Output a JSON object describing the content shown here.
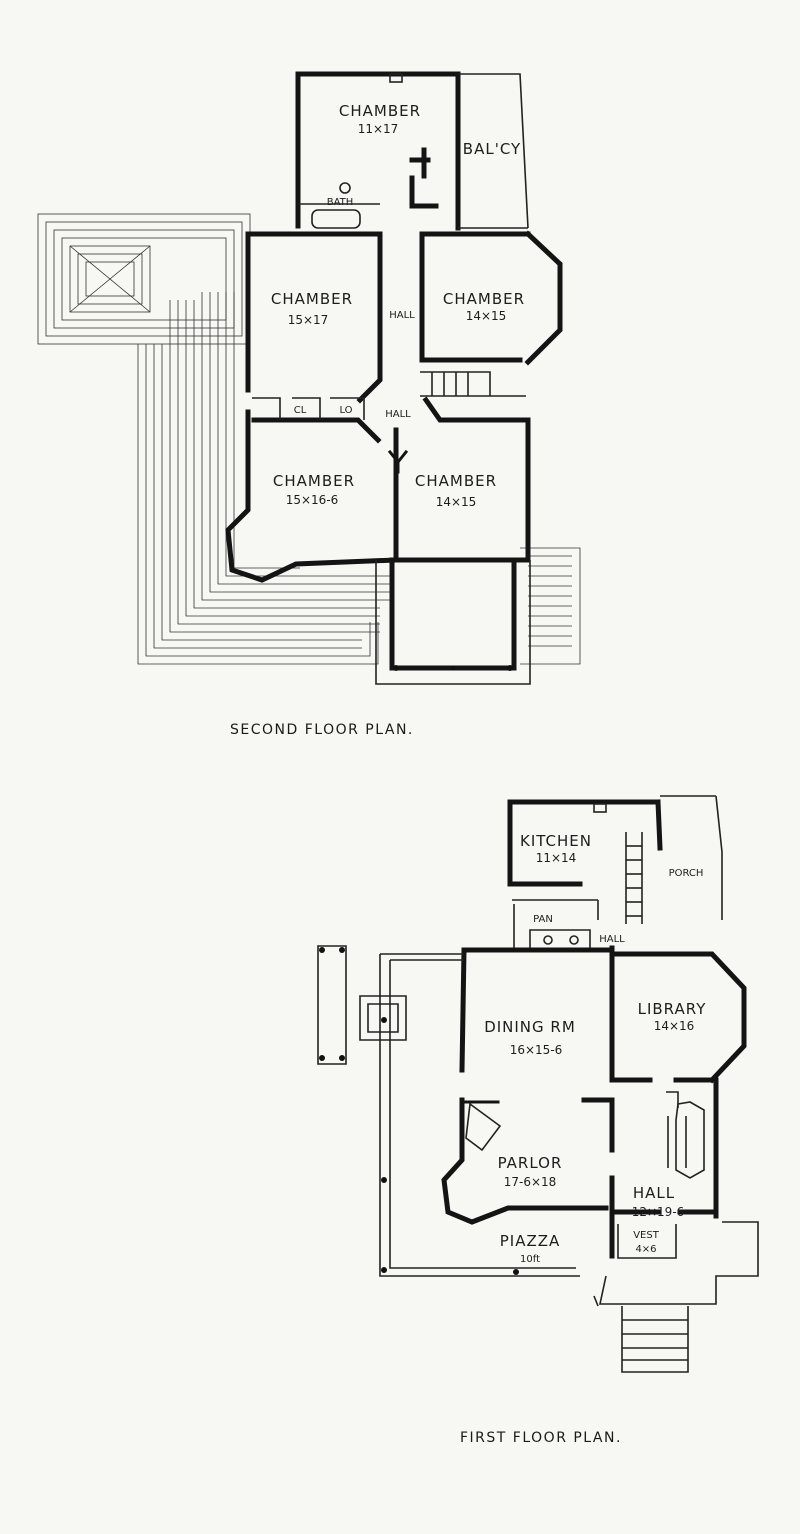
{
  "second_floor": {
    "caption": "SECOND FLOOR PLAN.",
    "rooms": [
      {
        "name": "CHAMBER",
        "size": "11×17"
      },
      {
        "name": "BAL'CY",
        "size": ""
      },
      {
        "name": "BATH",
        "size": ""
      },
      {
        "name": "CHAMBER",
        "size": "15×17"
      },
      {
        "name": "HALL",
        "size": ""
      },
      {
        "name": "CHAMBER",
        "size": "14×15"
      },
      {
        "name": "CL",
        "size": ""
      },
      {
        "name": "LO",
        "size": ""
      },
      {
        "name": "HALL",
        "size": ""
      },
      {
        "name": "CHAMBER",
        "size": "15×16-6"
      },
      {
        "name": "CHAMBER",
        "size": "14×15"
      }
    ]
  },
  "first_floor": {
    "caption": "FIRST FLOOR PLAN.",
    "rooms": [
      {
        "name": "KITCHEN",
        "size": "11×14"
      },
      {
        "name": "PORCH",
        "size": ""
      },
      {
        "name": "PAN",
        "size": ""
      },
      {
        "name": "HALL",
        "size": ""
      },
      {
        "name": "DINING RM",
        "size": "16×15-6"
      },
      {
        "name": "LIBRARY",
        "size": "14×16"
      },
      {
        "name": "PARLOR",
        "size": "17-6×18"
      },
      {
        "name": "HALL",
        "size": "12×19-6"
      },
      {
        "name": "VEST",
        "size": "4×6"
      },
      {
        "name": "PIAZZA",
        "size": "10ft"
      }
    ]
  }
}
